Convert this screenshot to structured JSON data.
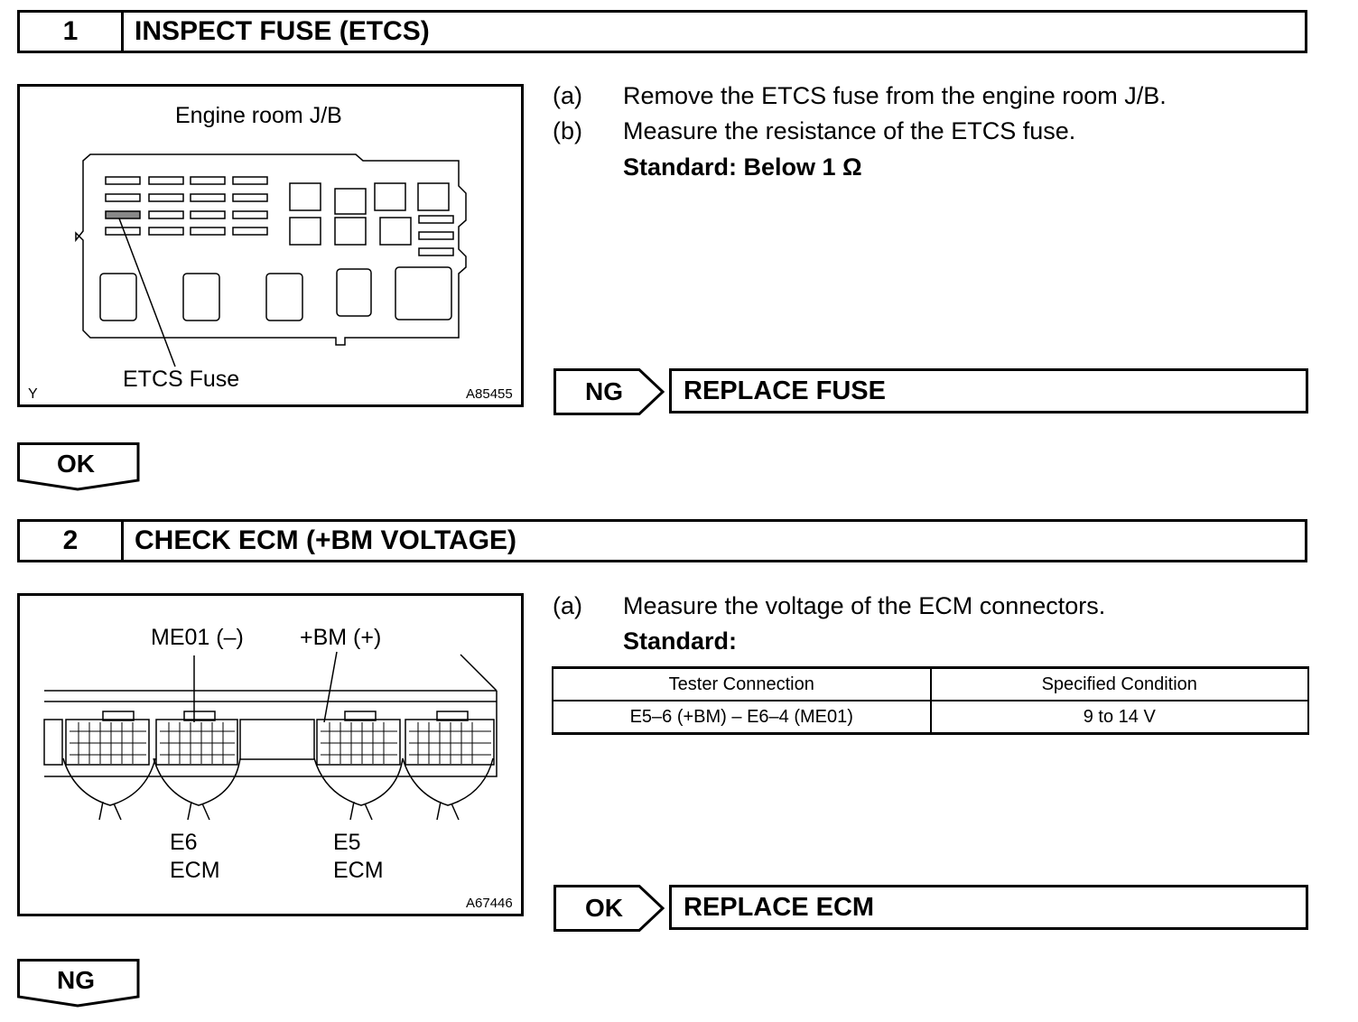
{
  "step1": {
    "number": "1",
    "title": "INSPECT FUSE (ETCS)",
    "figure": {
      "heading": "Engine room J/B",
      "callout": "ETCS Fuse",
      "corner_mark": "Y",
      "figure_id": "A85455"
    },
    "instructions": [
      {
        "letter": "(a)",
        "text": "Remove the ETCS fuse from the engine room J/B."
      },
      {
        "letter": "(b)",
        "text": "Measure the resistance of the ETCS fuse."
      }
    ],
    "standard": "Standard: Below 1 Ω",
    "result_tag": "NG",
    "result_action": "REPLACE FUSE",
    "next_tag": "OK"
  },
  "step2": {
    "number": "2",
    "title": "CHECK ECM (+BM VOLTAGE)",
    "figure": {
      "label_neg": "ME01 (–)",
      "label_pos": "+BM (+)",
      "conn_left_1": "E6",
      "conn_left_2": "ECM",
      "conn_right_1": "E5",
      "conn_right_2": "ECM",
      "figure_id": "A67446"
    },
    "instructions": [
      {
        "letter": "(a)",
        "text": "Measure the voltage of the ECM connectors."
      }
    ],
    "standard": "Standard:",
    "table": {
      "headers": [
        "Tester Connection",
        "Specified Condition"
      ],
      "rows": [
        [
          "E5–6 (+BM) – E6–4 (ME01)",
          "9 to 14 V"
        ]
      ]
    },
    "result_tag": "OK",
    "result_action": "REPLACE ECM",
    "next_tag": "NG"
  }
}
